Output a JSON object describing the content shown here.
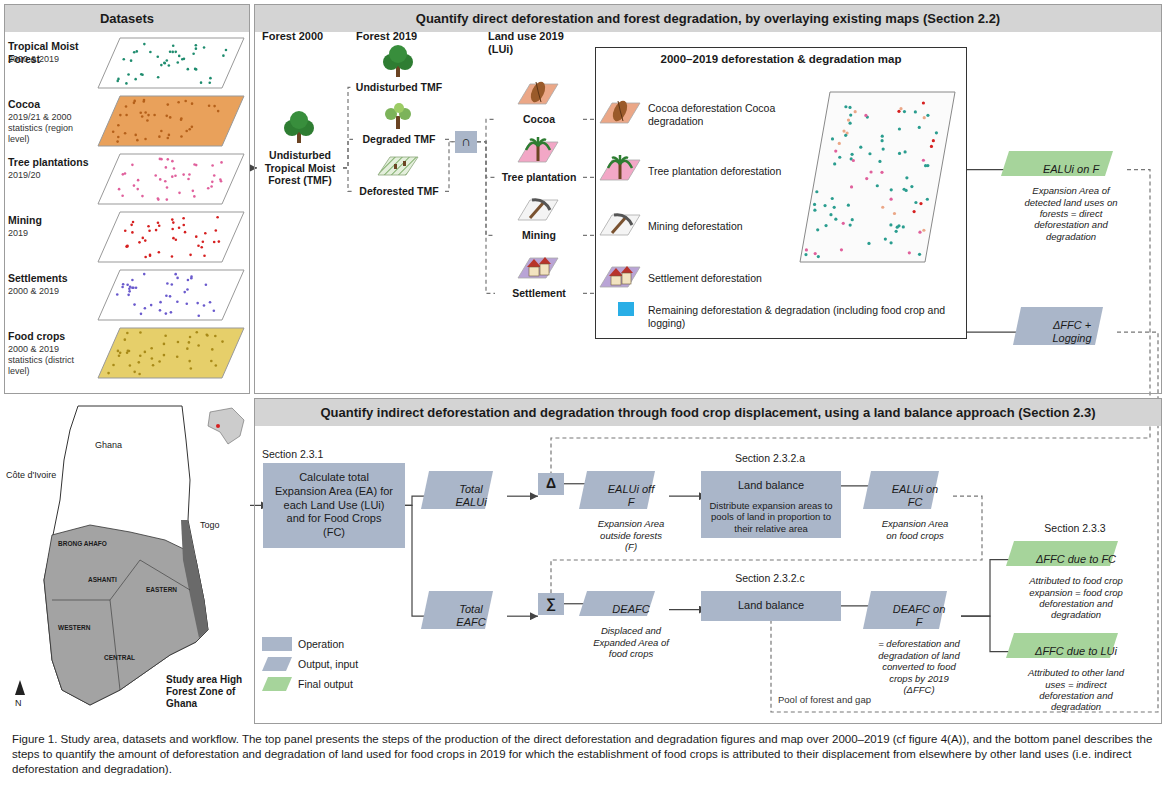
{
  "diagram": {
    "caption": "Figure 1. Study area, datasets and workflow. The top panel presents the steps of the production of the direct deforestation and degradation figures and map over 2000–2019 (cf figure 4(A)), and the bottom panel describes the steps to quantify the amount of deforestation and degradation of land used for food crops in 2019 for which the establishment of food crops is attributed to their displacement from elsewhere by other land uses (i.e. indirect deforestation and degradation).",
    "nodes": [
      {
        "text": [
          "Datasets"
        ]
      },
      {
        "text": [
          "Quantify direct deforestation and forest degradation, by overlaying existing maps (Section 2.2)"
        ]
      },
      {
        "text": [
          "Undisturbed Tropical Moist Forest (TMF)"
        ],
        "in": 1
      },
      {
        "text": [
          "Undisturbed TMF"
        ],
        "in": 1
      },
      {
        "text": [
          "Degraded TMF"
        ],
        "in": 1
      },
      {
        "text": [
          "Deforested TMF"
        ],
        "in": 1
      },
      {
        "text": [
          "∩"
        ],
        "in": 1
      },
      {
        "text": [
          "Cocoa"
        ],
        "in": 1
      },
      {
        "text": [
          "Tree plantation"
        ],
        "in": 1
      },
      {
        "text": [
          "Mining"
        ],
        "in": 1
      },
      {
        "text": [
          "Settlement"
        ],
        "in": 1
      },
      {
        "text": [
          "2000–2019 deforestation & degradation map"
        ],
        "in": 1
      },
      {
        "text": [
          "Cocoa deforestation Cocoa degradation"
        ],
        "in": 11
      },
      {
        "text": [
          "Tree plantation deforestation"
        ],
        "in": 11
      },
      {
        "text": [
          "Mining deforestation"
        ],
        "in": 11
      },
      {
        "text": [
          "Settlement deforestation"
        ],
        "in": 11
      },
      {
        "text": [
          "Remaining deforestation & degradation (including food crop and logging)"
        ],
        "in": 11
      },
      {
        "text": [
          "EALUi on F",
          "Expansion Area of detected land uses on forests = direct deforestation and degradation"
        ],
        "in": 1
      },
      {
        "text": [
          "ΔFFC + Logging"
        ],
        "in": 1
      },
      {
        "text": [
          "Study area High Forest Zone of Ghana"
        ]
      },
      {
        "text": [
          "Quantify indirect deforestation and degradation through food crop displacement, using a land balance approach (Section 2.3)"
        ]
      },
      {
        "text": [
          "Calculate total Expansion Area (EA) for each Land Use (LUi) and for Food Crops (FC)"
        ],
        "in": 20
      },
      {
        "text": [
          "Total EALUi"
        ],
        "in": 20
      },
      {
        "text": [
          "Δ"
        ],
        "in": 20
      },
      {
        "text": [
          "EALUi off F",
          "Expansion Area outside forests (F)"
        ],
        "in": 20
      },
      {
        "text": [
          "Land balance",
          "Distribute expansion areas to pools of land in proportion to their relative area"
        ],
        "in": 20
      },
      {
        "text": [
          "EALUi on FC",
          "Expansion Area on food crops"
        ],
        "in": 20
      },
      {
        "text": [
          "Total EAFC"
        ],
        "in": 20
      },
      {
        "text": [
          "∑"
        ],
        "in": 20
      },
      {
        "text": [
          "DEAFC",
          "Displaced and Expanded Area of food crops"
        ],
        "in": 20
      },
      {
        "text": [
          "Land balance"
        ],
        "in": 20
      },
      {
        "text": [
          "DEAFC on F",
          "= deforestation and degradation of land converted to food crops by 2019 (ΔFFC)"
        ],
        "in": 20
      },
      {
        "text": [
          "ΔFFC due to FC",
          "Attributed to food crop expansion = food crop deforestation and degradation"
        ],
        "in": 20
      },
      {
        "text": [
          "ΔFFC due to LUi",
          "Attributed to other land uses = indirect deforestation and degradation"
        ],
        "in": 20
      }
    ],
    "edges": [
      {
        "from": 0,
        "to": 2,
        "arrow": "to"
      },
      {
        "from": 2,
        "to": 3,
        "arrow": "none"
      },
      {
        "from": 2,
        "to": 4,
        "arrow": "none"
      },
      {
        "from": 2,
        "to": 5,
        "arrow": "none"
      },
      {
        "from": 4,
        "to": 6,
        "arrow": "none"
      },
      {
        "from": 5,
        "to": 6,
        "arrow": "none"
      },
      {
        "from": 6,
        "to": 7,
        "arrow": "none"
      },
      {
        "from": 6,
        "to": 8,
        "arrow": "none"
      },
      {
        "from": 6,
        "to": 9,
        "arrow": "none"
      },
      {
        "from": 6,
        "to": 10,
        "arrow": "none"
      },
      {
        "from": 7,
        "to": 11,
        "arrow": "none"
      },
      {
        "from": 8,
        "to": 11,
        "arrow": "none"
      },
      {
        "from": 9,
        "to": 11,
        "arrow": "none"
      },
      {
        "from": 10,
        "to": 11,
        "arrow": "none"
      },
      {
        "from": 11,
        "to": 17,
        "arrow": "none"
      },
      {
        "from": 11,
        "to": 18,
        "arrow": "none"
      },
      {
        "from": 19,
        "to": 21,
        "arrow": "to"
      },
      {
        "from": 21,
        "to": 22,
        "arrow": "to"
      },
      {
        "from": 21,
        "to": 27,
        "arrow": "to"
      },
      {
        "from": 22,
        "to": 23,
        "arrow": "to"
      },
      {
        "from": 23,
        "to": 24,
        "arrow": "to"
      },
      {
        "from": 24,
        "to": 25,
        "arrow": "to"
      },
      {
        "from": 25,
        "to": 26,
        "arrow": "to"
      },
      {
        "from": 27,
        "to": 28,
        "arrow": "to"
      },
      {
        "from": 28,
        "to": 29,
        "arrow": "to"
      },
      {
        "from": 29,
        "to": 30,
        "arrow": "to"
      },
      {
        "from": 30,
        "to": 31,
        "arrow": "to"
      },
      {
        "from": 31,
        "to": 32,
        "arrow": "to"
      },
      {
        "from": 31,
        "to": 33,
        "arrow": "to"
      },
      {
        "from": 17,
        "to": 23,
        "arrow": "none"
      },
      {
        "from": 26,
        "to": 28,
        "arrow": "none"
      },
      {
        "from": 18,
        "to": 30,
        "arrow": "none"
      }
    ],
    "labels": [
      "Tropical Moist Forest",
      "2000 & 2019",
      "Cocoa",
      "2019/21 & 2000 statistics (region level)",
      "Tree plantations",
      "2019/20",
      "Mining",
      "2019",
      "Settlements",
      "2000 & 2019",
      "Food crops",
      "2000 & 2019 statistics (district level)",
      "Forest 2000",
      "Forest 2019",
      "Land use 2019 (LUi)",
      "Section 2.3.1",
      "Section 2.3.2.a",
      "Section 2.3.2.c",
      "Section 2.3.3",
      "Pool of forest and gap",
      "Ghana",
      "Togo",
      "Côte d'Ivoire",
      "BRONG AHAFO",
      "ASHANTI",
      "EASTERN",
      "WESTERN",
      "CENTRAL",
      "N"
    ],
    "legend": [
      {
        "text": "Operation",
        "color": "#aab6c9"
      },
      {
        "text": "Output, input",
        "color": "#aab6c9"
      },
      {
        "text": "Final output",
        "color": "#a6d49b"
      }
    ]
  }
}
